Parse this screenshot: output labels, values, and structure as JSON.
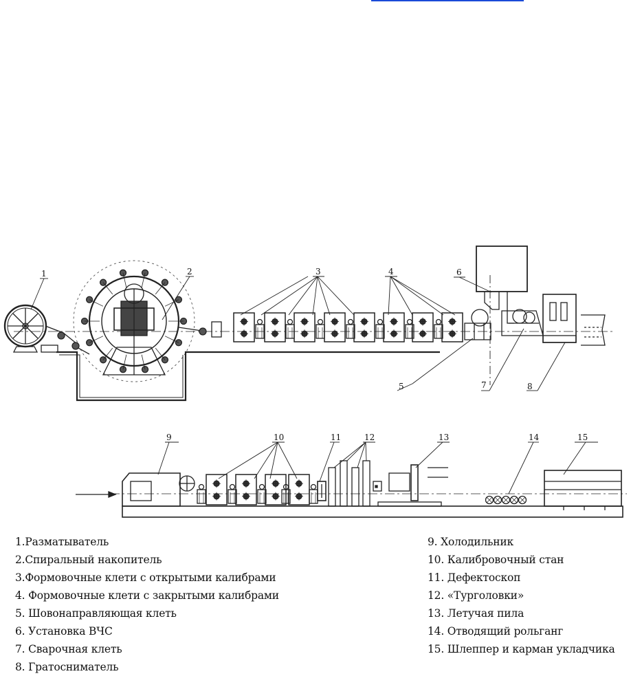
{
  "callouts": {
    "top": [
      "1",
      "2",
      "3",
      "4",
      "6",
      "5",
      "7",
      "8"
    ],
    "bottom": [
      "9",
      "10",
      "11",
      "12",
      "13",
      "14",
      "15"
    ]
  },
  "legend": {
    "left": [
      "1.Разматыватель",
      "2.Спиральный накопитель",
      "3.Формовочные клети с открытыми калибрами",
      "4. Формовочные клети с закрытыми калибрами",
      "5. Шовонаправляющая клеть",
      "6. Установка ВЧС",
      "7. Сварочная клеть",
      "8. Гратосниматель"
    ],
    "right": [
      "9. Холодильник",
      "10.  Калибровочный стан",
      "11.  Дефектоскоп",
      "12. «Турголовки»",
      "13. Летучая пила",
      "14. Отводящий рольганг",
      "15. Шлеппер и карман укладчика"
    ]
  }
}
